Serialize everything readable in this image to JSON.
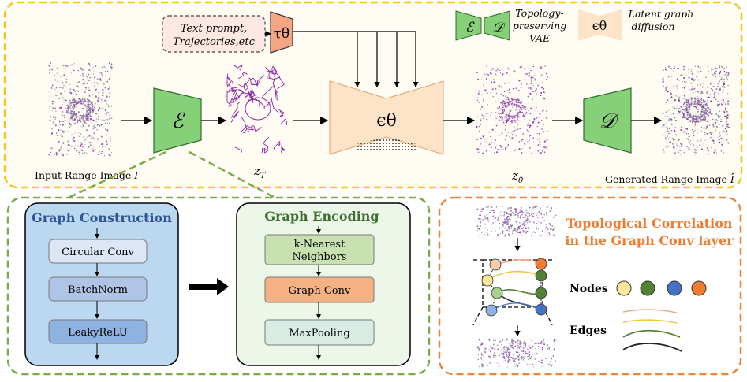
{
  "top": {
    "condition_box": "Text prompt, Trajectories,etc",
    "condition_lines": [
      "Text prompt,",
      "Trajectories,etc"
    ],
    "tau": "τθ",
    "encoder_symbol": "ℰ",
    "decoder_symbol": "𝒟",
    "eps_symbol": "ϵθ",
    "legend_vae_lines": [
      "Topology-",
      "preserving",
      "VAE"
    ],
    "legend_diffusion_lines": [
      "Latent graph",
      "diffusion"
    ],
    "input_label": "Input Range Image 𝐼",
    "zT_label": "z",
    "zT_sub": "T",
    "z0_label": "z",
    "z0_sub": "0",
    "output_label": "Generated Range Image 𝐼̂"
  },
  "graph_construction": {
    "title": "Graph Construction",
    "steps": [
      "Circular Conv",
      "BatchNorm",
      "LeakyReLU"
    ]
  },
  "graph_encoding": {
    "title": "Graph Encoding",
    "steps": [
      "k-Nearest Neighbors",
      "Graph Conv",
      "MaxPooling"
    ],
    "knn_lines": [
      "k-Nearest",
      "Neighbors"
    ]
  },
  "topology": {
    "title_lines": [
      "Topological Correlation",
      "in the Graph Conv layer"
    ],
    "nodes_label": "Nodes",
    "edges_label": "Edges"
  },
  "colors": {
    "top_border": "#f5c518",
    "top_bg": "#fffdf3",
    "green_border": "#7aaa4a",
    "orange_border": "#e8863a",
    "encoder_fill": "#86d07a",
    "diffusion_fill": "#fde3c8",
    "tau_fill": "#f4a582",
    "cond_fill": "#fde8e4",
    "gc_bg": "#bcd7f0",
    "ge_bg": "#edf7e9",
    "title_blue": "#2f5597",
    "title_green": "#3c6e2f",
    "title_orange": "#ee7d31",
    "node_yellow": "#ffe699",
    "node_green": "#548235",
    "node_blue": "#4472c4",
    "node_orange": "#ed7d31"
  }
}
